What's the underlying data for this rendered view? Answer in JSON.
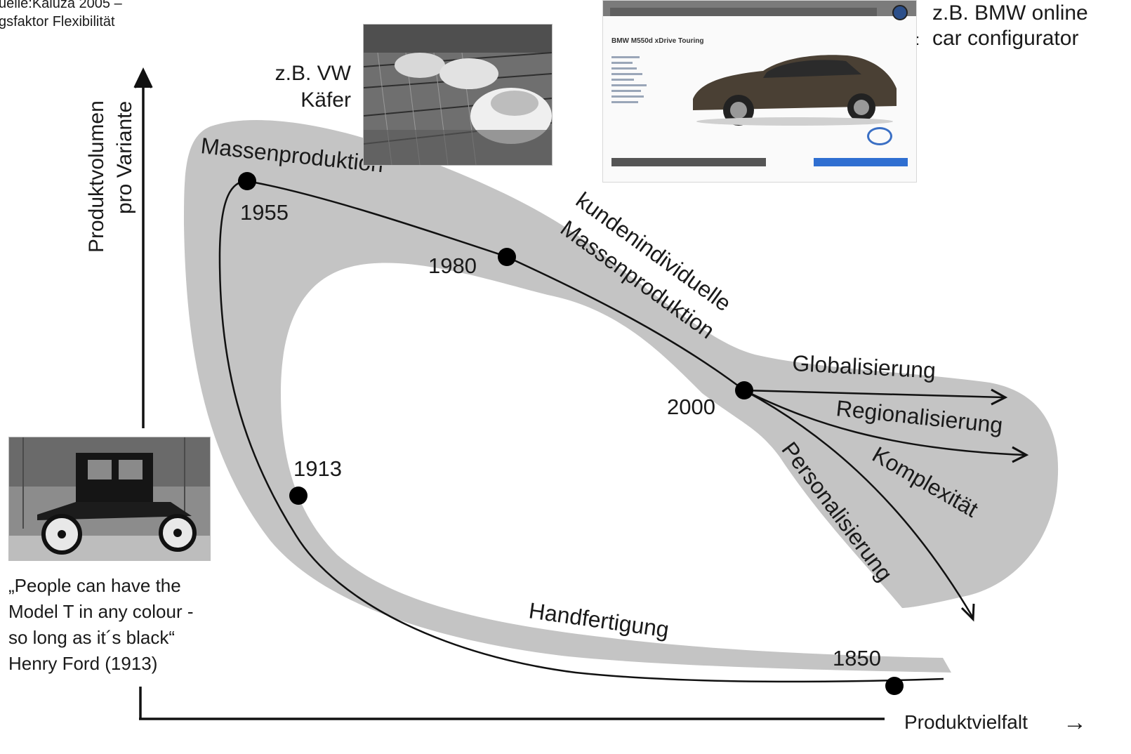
{
  "source_note": {
    "line1": "uelle:Kaluza 2005 –",
    "line2": "gsfaktor Flexibilität"
  },
  "axes": {
    "y_label_line1": "Produktvolumen",
    "y_label_line2": "pro Variante",
    "x_label": "Produktvielfalt",
    "x_arrow": "→"
  },
  "phases": {
    "mass": "Massenproduktion",
    "custom_line1": "kundenindividuelle",
    "custom_line2": "Massenproduktion",
    "craft": "Handfertigung"
  },
  "years": {
    "y1850": "1850",
    "y1913": "1913",
    "y1955": "1955",
    "y1980": "1980",
    "y2000": "2000"
  },
  "trends": {
    "globalisierung": "Globalisierung",
    "regionalisierung": "Regionalisierung",
    "komplexitaet": "Komplexität",
    "personalisierung": "Personalisierung"
  },
  "examples": {
    "vw_line1": "z.B. VW",
    "vw_line2": "Käfer",
    "bmw_line1": "z.B. BMW online",
    "bmw_line2": "car configurator",
    "bmw_screen_title": "BMW M550d xDrive Touring"
  },
  "quote": {
    "text": "„People can have the\nModel T in any colour -\nso long as it´s black“\nHenry Ford (1913)"
  },
  "colors": {
    "band": "#c4c4c4",
    "line": "#111111"
  }
}
